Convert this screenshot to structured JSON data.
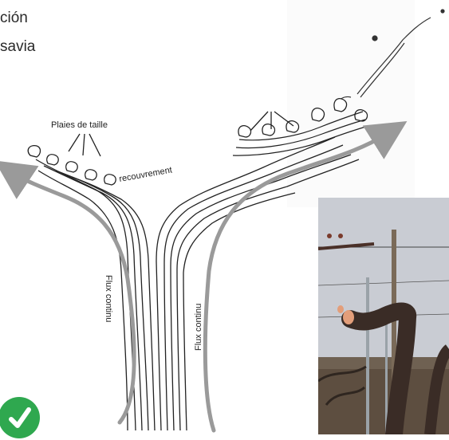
{
  "caption": {
    "line1": "ción",
    "line2": "savia"
  },
  "diagram": {
    "label_wounds": "Plaies de taille",
    "label_overlap": "recouvrement",
    "label_flow_left": "Flux continu",
    "label_flow_right": "Flux continu",
    "arrow_color": "#9a9a9a",
    "ink_color": "#222222"
  },
  "photo": {
    "subject": "pruned grapevine trunk with trellis posts",
    "sky_color": "#c9ccd3",
    "trunk_color": "#3a2c26"
  },
  "badge": {
    "icon": "check-badge-icon",
    "color": "#2fa84f"
  }
}
